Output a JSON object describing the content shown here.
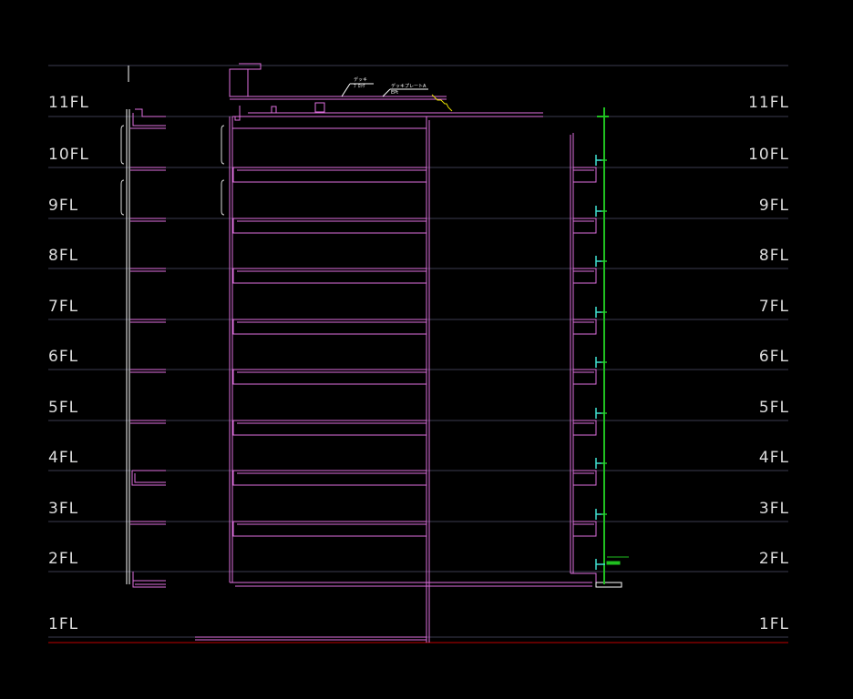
{
  "floors": [
    {
      "id": "11",
      "label": "11FL"
    },
    {
      "id": "10",
      "label": "10FL"
    },
    {
      "id": "9",
      "label": "9FL"
    },
    {
      "id": "8",
      "label": "8FL"
    },
    {
      "id": "7",
      "label": "7FL"
    },
    {
      "id": "6",
      "label": "6FL"
    },
    {
      "id": "5",
      "label": "5FL"
    },
    {
      "id": "4",
      "label": "4FL"
    },
    {
      "id": "3",
      "label": "3FL"
    },
    {
      "id": "2",
      "label": "2FL"
    },
    {
      "id": "1",
      "label": "1FL"
    }
  ],
  "annotations": {
    "roof_note_1": "デッキ",
    "roof_note_1b": "ﾌﾞﾛｯｸ",
    "roof_note_2": "デッキプレートA",
    "roof_note_2b": "EPt"
  },
  "colors": {
    "background": "#000000",
    "structure": "#e070e0",
    "wall_line": "#ffffff",
    "floor_line": "#3c3c50",
    "ground_line": "#c00000",
    "curtain_wall": "#20c020",
    "bracket": "#40e0d0",
    "label": "#dcdcdc"
  }
}
